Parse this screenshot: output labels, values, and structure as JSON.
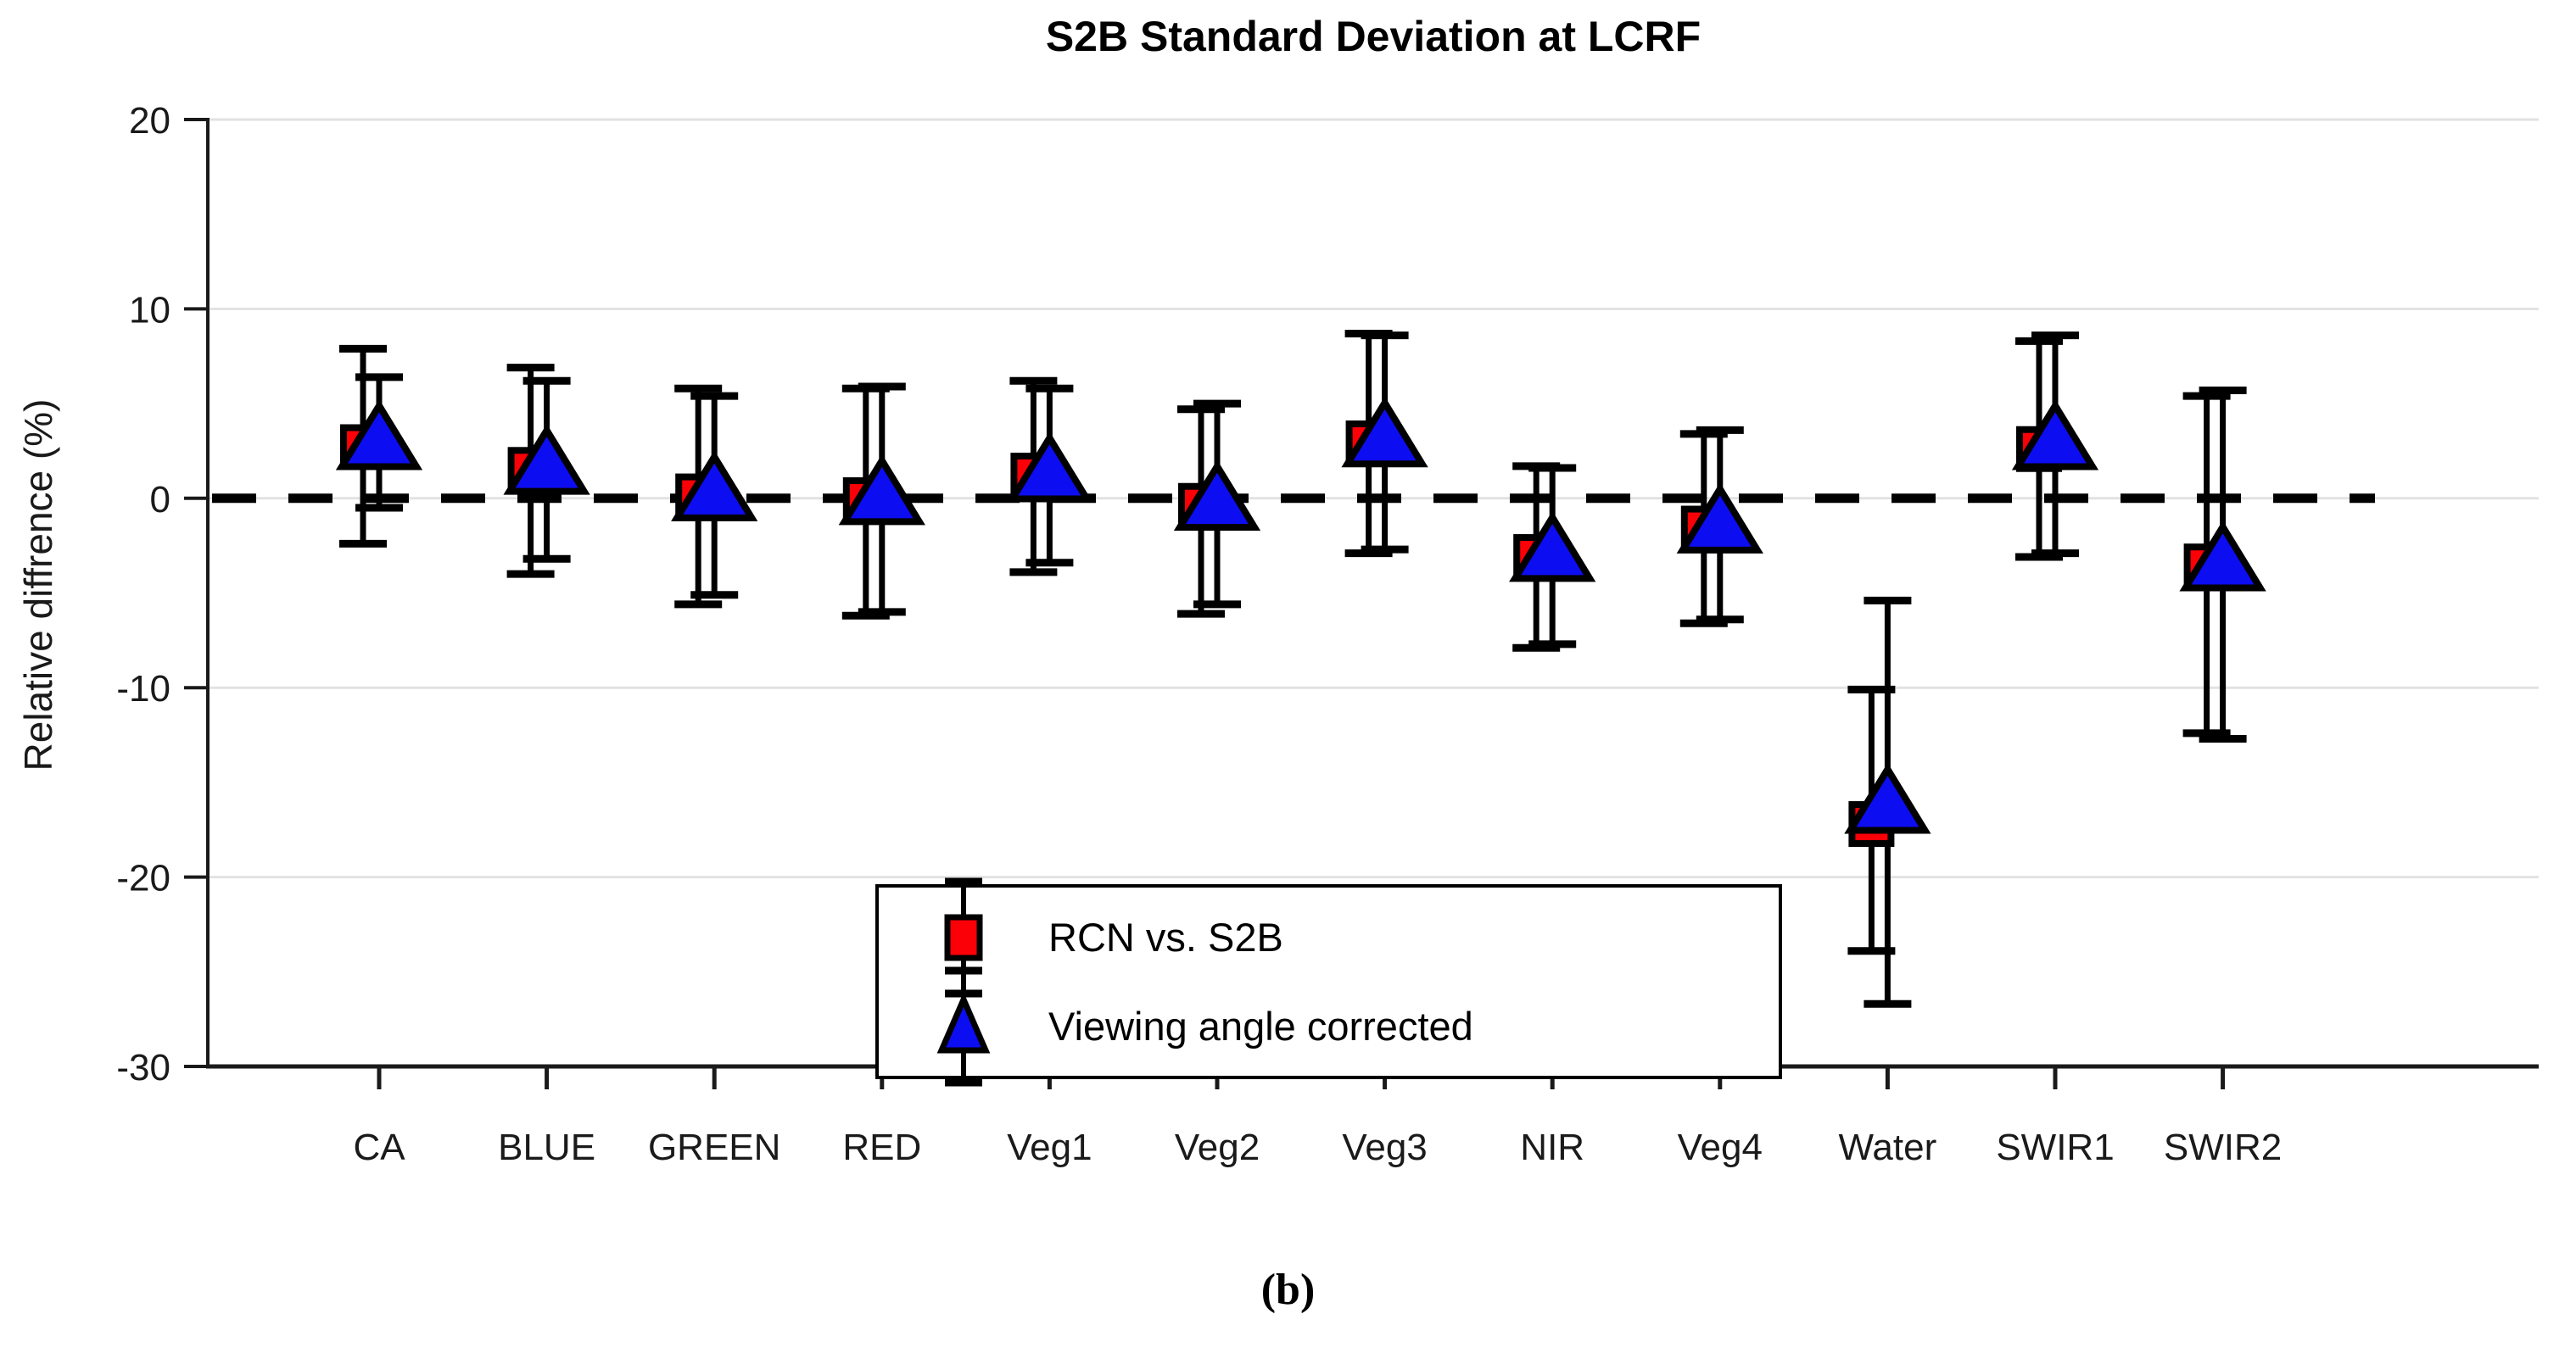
{
  "caption": "(b)",
  "colors": {
    "rcn_red": "#fb0006",
    "vac_blue": "#0d0df1",
    "marker_edge": "#000000",
    "grid": "#e2e2e2",
    "axis": "#1a1a1a",
    "zero_line": "#000000",
    "background": "#ffffff"
  },
  "chart_data": {
    "type": "errorbar-scatter",
    "title": "S2B Standard Deviation at LCRF",
    "xlabel": "",
    "ylabel": "Relative diffrence (%)",
    "ylim": [
      -30,
      20
    ],
    "yticks": [
      20,
      10,
      0,
      -10,
      -20,
      -30
    ],
    "grid": "horizontal",
    "zero_line": {
      "shown": true,
      "style": "dashed",
      "value": 0
    },
    "legend_position": "inside-bottom-center",
    "categories": [
      "CA",
      "BLUE",
      "GREEN",
      "RED",
      "Veg1",
      "Veg2",
      "Veg3",
      "NIR",
      "Veg4",
      "Water",
      "SWIR1",
      "SWIR2"
    ],
    "series": [
      {
        "name": "RCN vs. S2B",
        "marker": "square",
        "color": "#fb0006",
        "values": [
          2.7,
          1.5,
          0.1,
          -0.1,
          1.2,
          -0.4,
          2.9,
          -3.1,
          -1.6,
          -17.2,
          2.6,
          -3.6
        ],
        "upper": [
          7.9,
          6.9,
          5.8,
          5.8,
          6.2,
          4.7,
          8.7,
          1.7,
          3.4,
          -10.1,
          8.3,
          5.4
        ],
        "lower": [
          -2.4,
          -4.0,
          -5.6,
          -6.2,
          -3.9,
          -6.1,
          -2.9,
          -7.9,
          -6.6,
          -23.9,
          -3.1,
          -12.4
        ]
      },
      {
        "name": "Viewing angle corrected",
        "marker": "triangle-up",
        "color": "#0d0df1",
        "values": [
          3.1,
          1.8,
          0.4,
          0.2,
          1.4,
          -0.1,
          3.25,
          -2.8,
          -1.3,
          -16.1,
          3.1,
          -3.3
        ],
        "upper": [
          6.4,
          6.2,
          5.4,
          5.9,
          5.8,
          5.0,
          8.6,
          1.6,
          3.6,
          -5.4,
          8.6,
          5.7
        ],
        "lower": [
          -0.5,
          -3.2,
          -5.1,
          -6.0,
          -3.4,
          -5.6,
          -2.7,
          -7.7,
          -6.4,
          -26.7,
          -2.9,
          -12.7
        ]
      }
    ]
  }
}
